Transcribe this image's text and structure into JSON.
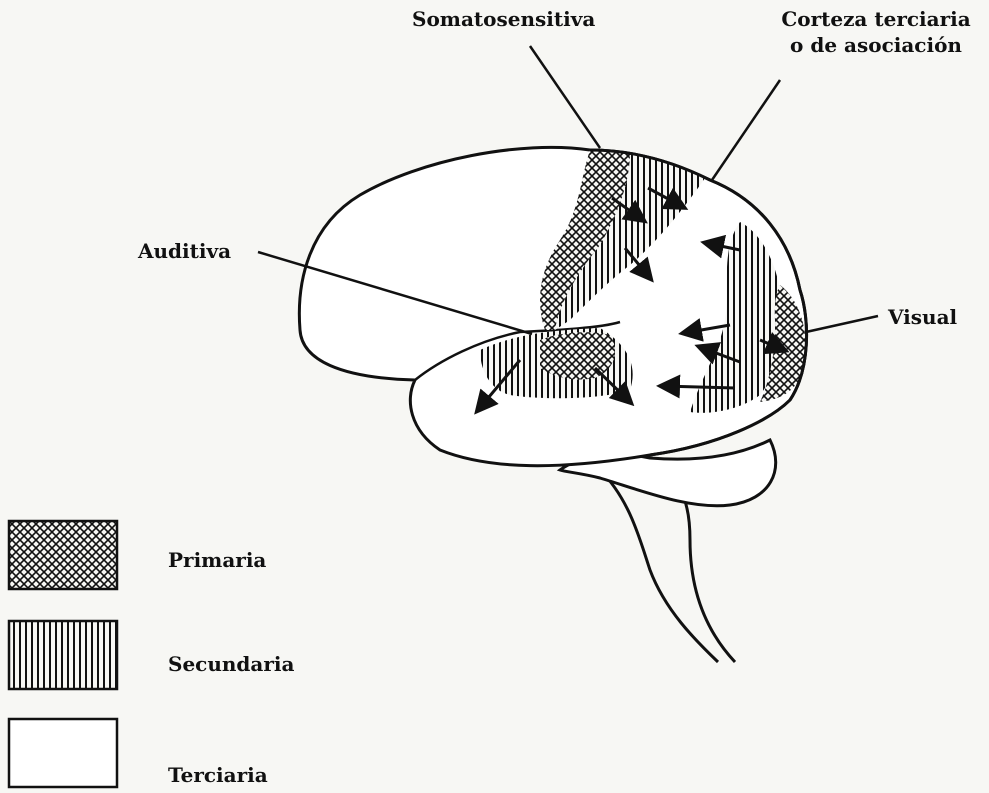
{
  "labels": {
    "somatosensitiva": "Somatosensitiva",
    "corteza_line1": "Corteza terciaria",
    "corteza_line2": "o de asociación",
    "auditiva": "Auditiva",
    "visual": "Visual"
  },
  "legend": {
    "primaria": "Primaria",
    "secundaria": "Secundaria",
    "terciaria": "Terciaria"
  },
  "colors": {
    "ink": "#111111",
    "paper": "#f7f7f4"
  }
}
